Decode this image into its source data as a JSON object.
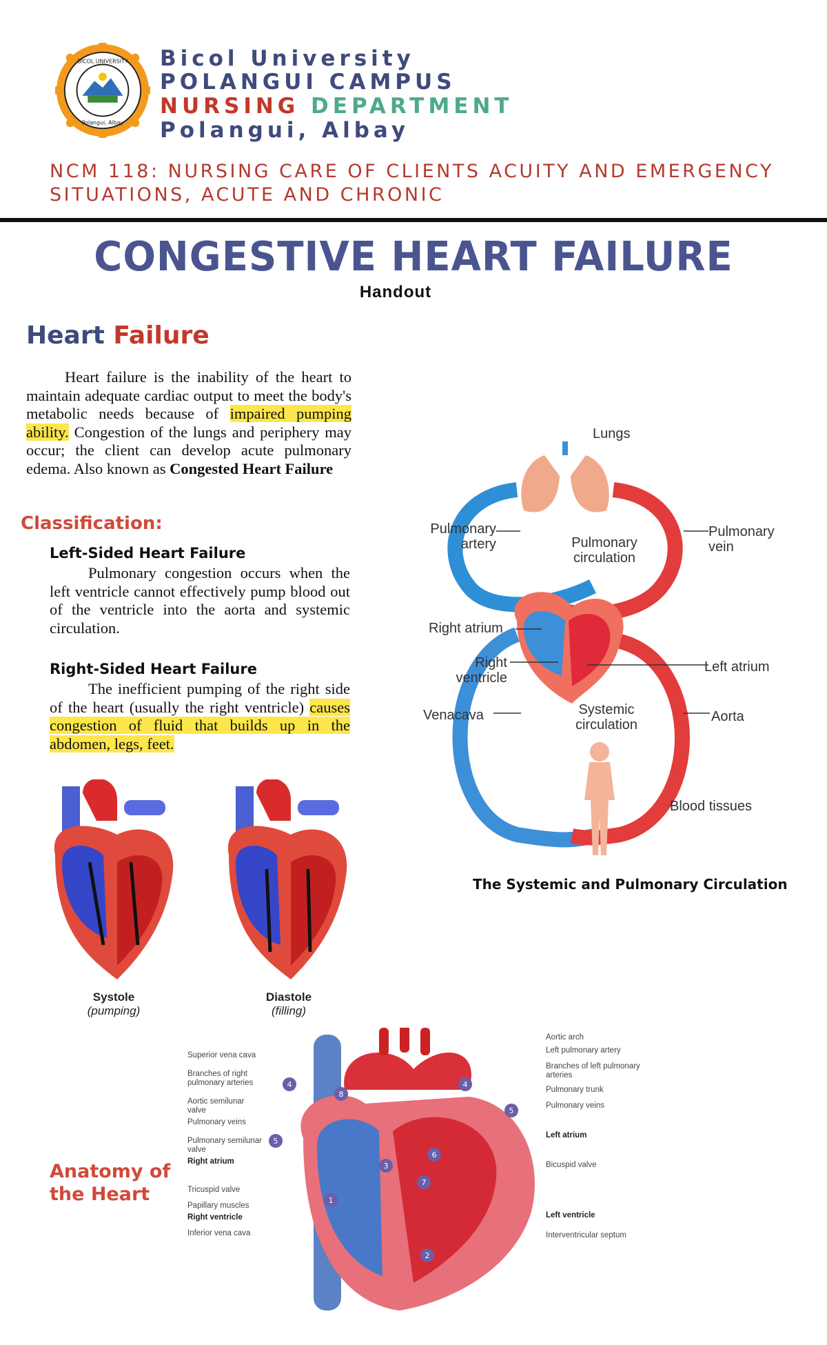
{
  "header": {
    "university": "Bicol University",
    "campus": "POLANGUI CAMPUS",
    "dept_word1": "NURSING",
    "dept_word2": "DEPARTMENT",
    "location": "Polangui, Albay",
    "course_line1": "NCM 118: NURSING CARE OF CLIENTS ACUITY AND EMERGENCY",
    "course_line2": "SITUATIONS, ACUTE AND CHRONIC",
    "logo_text_top": "BICOL UNIVERSITY POLANGUI CAMPUS",
    "logo_text_bottom": "Polangui, Albay"
  },
  "title": "CONGESTIVE HEART FAILURE",
  "subtitle": "Handout",
  "section": {
    "word1": "Heart",
    "word2": "Failure"
  },
  "intro": {
    "p1": "Heart failure is the inability of the heart to maintain adequate cardiac output to meet the body's metabolic needs because of ",
    "highlight": "impaired pumping ability.",
    "p2": " Congestion of the lungs and periphery may occur; the client can develop acute pulmonary edema. Also known as ",
    "bold": "Congested Heart Failure"
  },
  "classification": {
    "heading": "Classification:",
    "left": {
      "title": "Left-Sided Heart Failure",
      "text": "Pulmonary congestion occurs when the left ventricle cannot effectively pump blood out of the ventricle into the aorta and systemic circulation."
    },
    "right": {
      "title": "Right-Sided Heart Failure",
      "text": "The inefficient pumping of the right side of the heart (usually the right ventricle) ",
      "highlight": "causes congestion of fluid that builds up in the abdomen, legs, feet."
    }
  },
  "circulation": {
    "labels": {
      "lungs": "Lungs",
      "pulm_artery_1": "Pulmonary",
      "pulm_artery_2": "artery",
      "pulm_vein_1": "Pulmonary",
      "pulm_vein_2": "vein",
      "pulm_circ_1": "Pulmonary",
      "pulm_circ_2": "circulation",
      "right_atrium": "Right atrium",
      "right_ventricle_1": "Right",
      "right_ventricle_2": "ventricle",
      "left_atrium": "Left atrium",
      "venacava": "Venacava",
      "aorta": "Aorta",
      "sys_circ_1": "Systemic",
      "sys_circ_2": "circulation",
      "blood_tissues": "Blood tissues"
    },
    "caption": "The Systemic and Pulmonary Circulation"
  },
  "cycle": {
    "systole": "Systole",
    "systole_sub": "(pumping)",
    "diastole": "Diastole",
    "diastole_sub": "(filling)"
  },
  "anatomy": {
    "title_line1": "Anatomy of",
    "title_line2": "the Heart",
    "left_labels": [
      "Superior vena cava",
      "Branches of right pulmonary arteries",
      "Aortic semilunar valve",
      "Pulmonary veins",
      "Pulmonary semilunar valve",
      "Right atrium",
      "Tricuspid valve",
      "Papillary muscles",
      "Right ventricle",
      "Inferior vena cava"
    ],
    "right_labels": [
      "Aortic arch",
      "Left pulmonary artery",
      "Branches of left pulmonary arteries",
      "Pulmonary trunk",
      "Pulmonary veins",
      "Left atrium",
      "Bicuspid valve",
      "Left ventricle",
      "Interventricular septum"
    ],
    "numbers": [
      "1",
      "2",
      "3",
      "4",
      "4",
      "5",
      "5",
      "6",
      "7",
      "8"
    ]
  },
  "colors": {
    "navy": "#3f4a7c",
    "red": "#c0392b",
    "green": "#4daa8a",
    "highlight": "#fde64b",
    "coral": "#d04a3a"
  }
}
